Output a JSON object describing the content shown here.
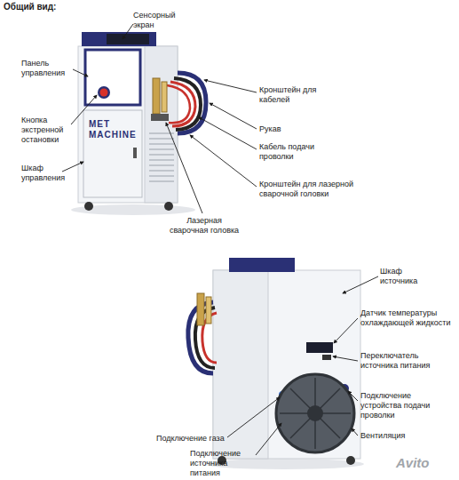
{
  "diagram": {
    "title": "Общий вид:",
    "labels": [
      "Сенсорный экран",
      "Панель управления",
      "Кнопка экстренной остановки",
      "Шкаф управления",
      "Кронштейн для кабелей",
      "Рукав",
      "Кабель подачи проволки",
      "Кронштейн для лазерной сварочной головки",
      "Лазерная сварочная головка",
      "MET",
      "MACHINE",
      "Шкаф источника",
      "Датчик температуры охлаждающей жидкости",
      "Переключатель источника питания",
      "Подключение устройства подачи проволки",
      "Вентиляция",
      "Подключение газа",
      "Подключение источника питания",
      "Avito"
    ]
  }
}
